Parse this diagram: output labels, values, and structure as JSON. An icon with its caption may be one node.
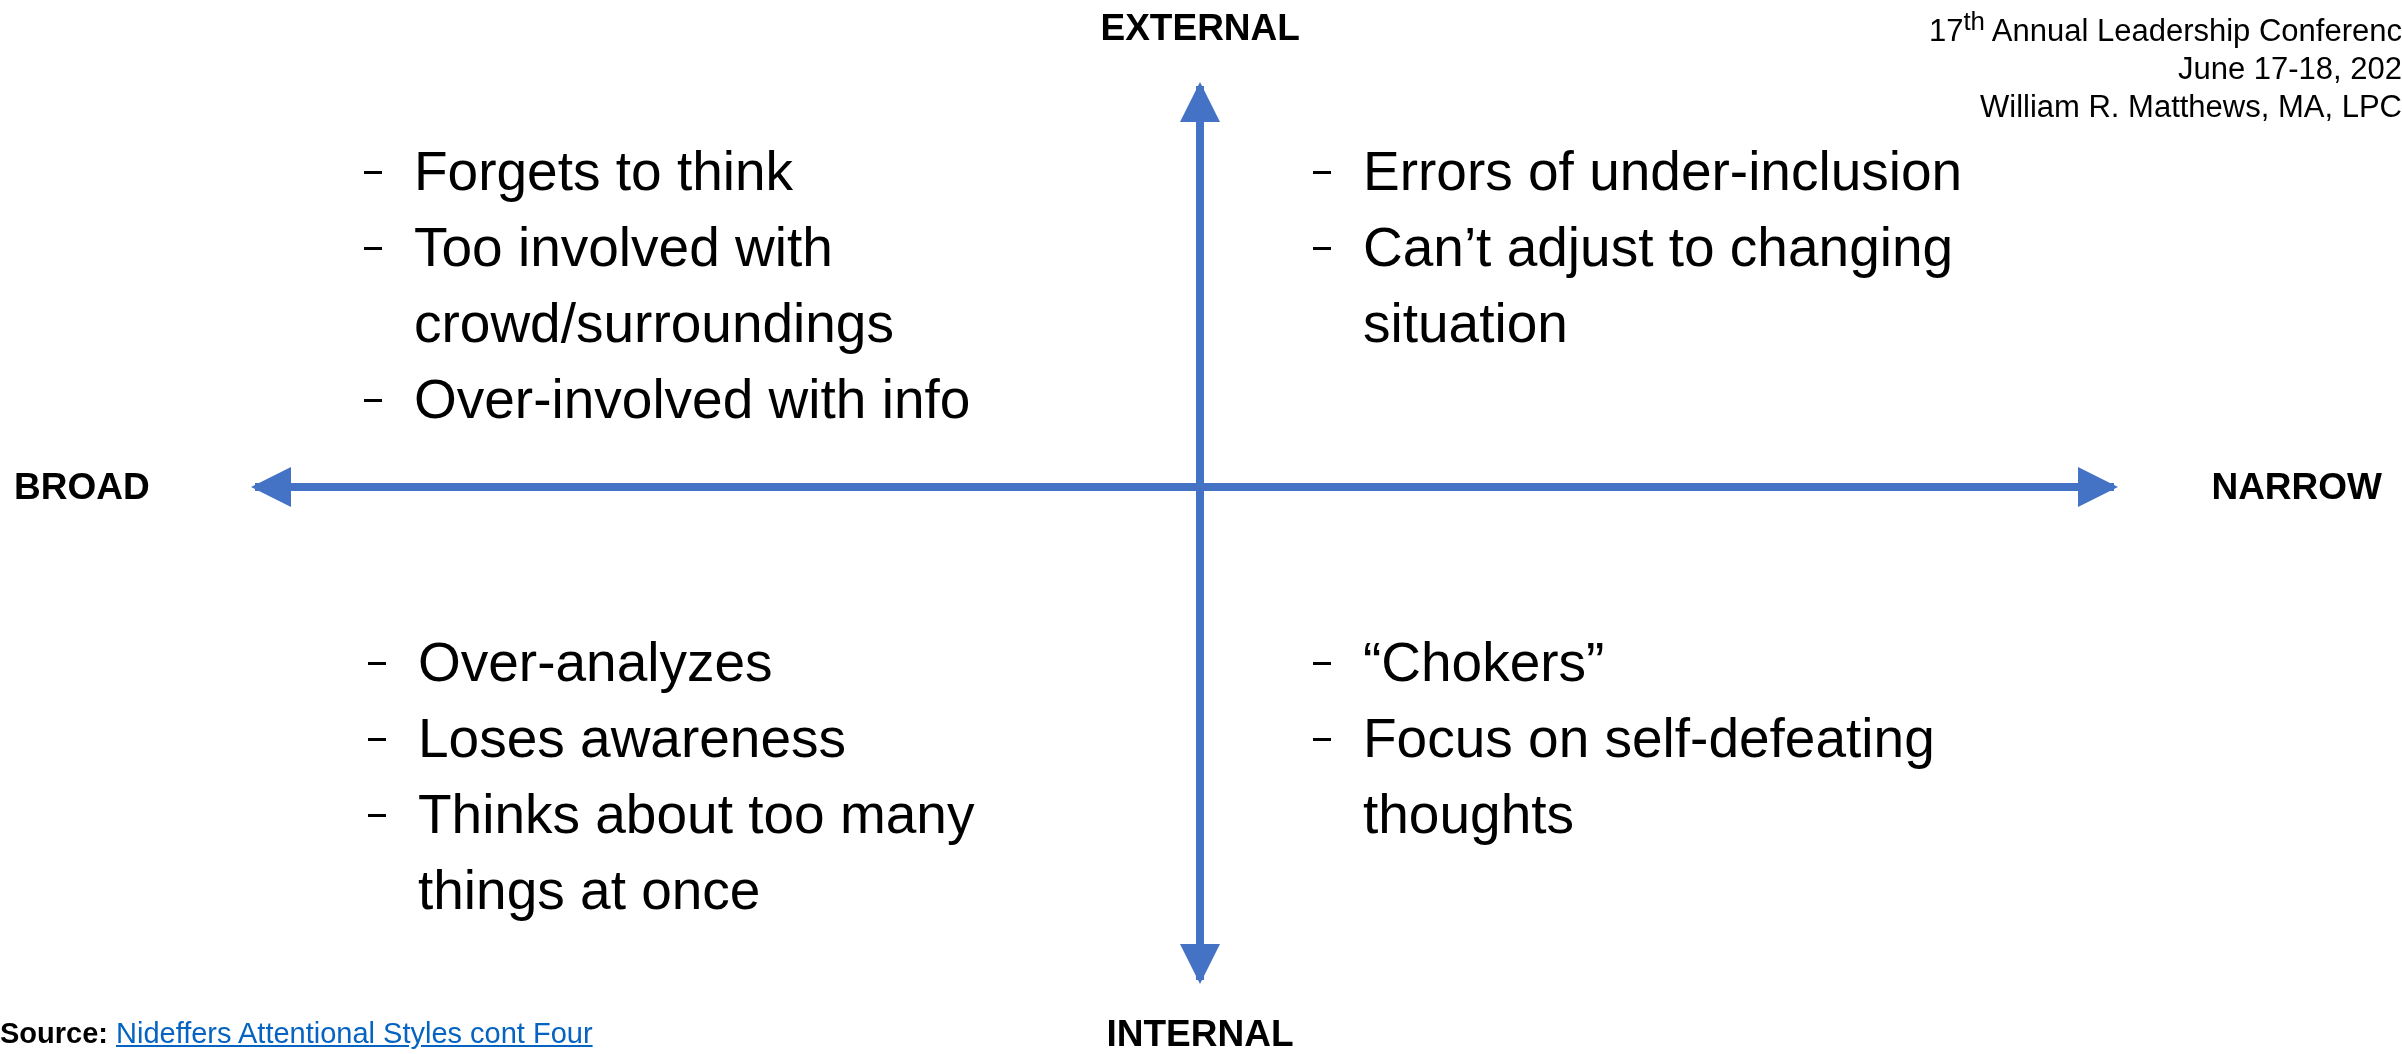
{
  "diagram": {
    "labels": [
      "17$^{th}$ Annual Leadership Conferenc",
      "June 17-18, 202",
      "William R. Matthews, MA, LPC",
      "EXTERNAL",
      "Forgets to think",
      "Too involved with crowd/surroundings",
      "Over-involved with info",
      "Errors of under-inclusion",
      "Can’t adjust to changing situation",
      "BROAD",
      "NARROW",
      "Over-analyzes",
      "Loses awareness",
      "Thinks about too many things at once",
      "“Chokers”",
      "Focus on self-defeating thoughts",
      "Source:",
      "Nideffers Attentional Styles cont Four",
      "INTERNAL"
    ]
  }
}
